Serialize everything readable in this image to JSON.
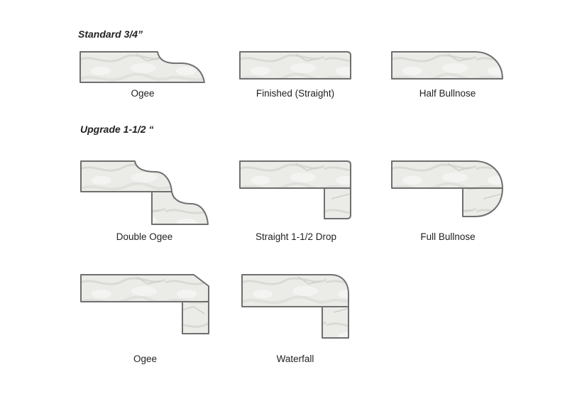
{
  "sections": [
    {
      "title": "Standard 3/4”"
    },
    {
      "title": "Upgrade 1-1/2  “"
    }
  ],
  "profiles": [
    {
      "label": "Ogee"
    },
    {
      "label": "Finished (Straight)"
    },
    {
      "label": "Half Bullnose"
    },
    {
      "label": "Double Ogee"
    },
    {
      "label": "Straight 1-1/2 Drop"
    },
    {
      "label": "Full Bullnose"
    },
    {
      "label": "Ogee"
    },
    {
      "label": "Waterfall"
    }
  ],
  "colors": {
    "outline": "#6f6f6f",
    "marble_base": "#ebebe8",
    "marble_vein": "#d4d4cf"
  }
}
